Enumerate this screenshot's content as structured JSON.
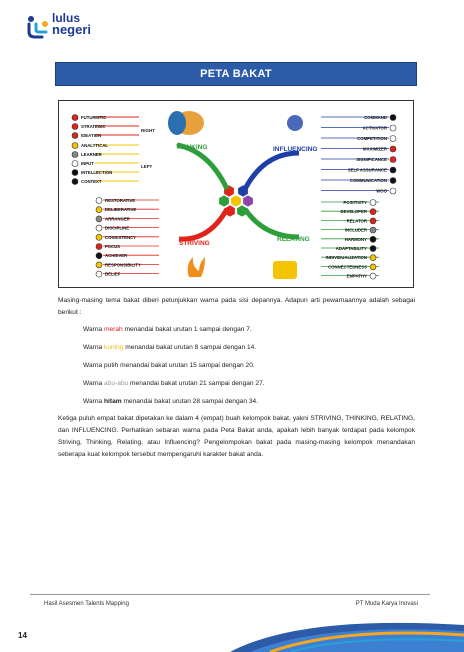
{
  "logo": {
    "line1": "lulus",
    "line2": "negeri"
  },
  "title": "PETA BAKAT",
  "mindmap": {
    "thinking": {
      "label": "THINKING",
      "right_label": "RIGHT",
      "left_label": "LEFT",
      "right_items": [
        "FUTURISTIC",
        "STRATEGIC",
        "IDEATION"
      ],
      "left_items": [
        "ANALYTICAL",
        "LEARNER",
        "INPUT",
        "INTELLECTION",
        "CONTEXT"
      ]
    },
    "striving": {
      "label": "STRIVING",
      "items": [
        "RESTORATIVE",
        "DELIBERATIVE",
        "ARRANGER",
        "DISCIPLINE",
        "CONSISTENCY",
        "FOCUS",
        "ACHIEVER",
        "RESPONSIBILITY",
        "BELIEF"
      ]
    },
    "influencing": {
      "label": "INFLUENCING",
      "items": [
        "COMMAND",
        "ACTIVATOR",
        "COMPETITION",
        "MAXIMIZER",
        "SIGNIFICANCE",
        "SELF ASSURANCE",
        "COMMUNICATION",
        "WOO"
      ]
    },
    "relating": {
      "label": "RELATING",
      "items": [
        "POSITIVITY",
        "DEVELOPER",
        "RELATOR",
        "INCLUDER",
        "HARMONY",
        "ADAPTABILITY",
        "INDIVIDUALIZATION",
        "CONNECTEDNESS",
        "EMPATHY"
      ]
    }
  },
  "intro": "Masing-masing tema bakat diberi petunjukkan warna pada sisi depannya. Adapun arti pewarnaannya adalah sebagai berikut :",
  "legend": [
    {
      "pre": "Warna ",
      "color_word": "merah",
      "post": " menandai bakat urutan 1 sampai dengan 7."
    },
    {
      "pre": "Warna ",
      "color_word": "kuning",
      "post": " menandai bakat urutan 8 sampai dengan 14."
    },
    {
      "pre": "Warna ",
      "color_word": "putih",
      "post": " menandai bakat urutan 15 sampai dengan 20."
    },
    {
      "pre": "Warna ",
      "color_word": "abu-abu",
      "post": " menandai bakat urutan 21 sampai dengan 27."
    },
    {
      "pre": "Warna ",
      "color_word": "hitam",
      "post": " menandai bakat urutan 28 sampai dengan 34."
    }
  ],
  "paragraph2": "Ketiga puluh empat bakat dipetakan ke dalam 4 (empat) buah kelompok bakat, yakni STRIVING, THINKING, RELATING, dan INFLUENCING. Perhatikan sebaran warna pada Peta Bakat anda, apakah lebih banyak terdapat pada kelompok Striving, Thinking, Relating, atau Influencing? Pengelompokan bakat pada masing-masing kelompok menandakan seberapa kuat kelompok tersebut mempengaruhi karakter bakat anda.",
  "footer": {
    "left": "Hasil Asesmen Talents Mapping",
    "right": "PT Muda Karya Inovasi"
  },
  "page_number": "14",
  "colors": {
    "title_bar": "#2c5ba8",
    "thinking": "#2e9e3a",
    "striving": "#e0241b",
    "influencing": "#1e3fa8",
    "relating": "#2e9e3a"
  }
}
